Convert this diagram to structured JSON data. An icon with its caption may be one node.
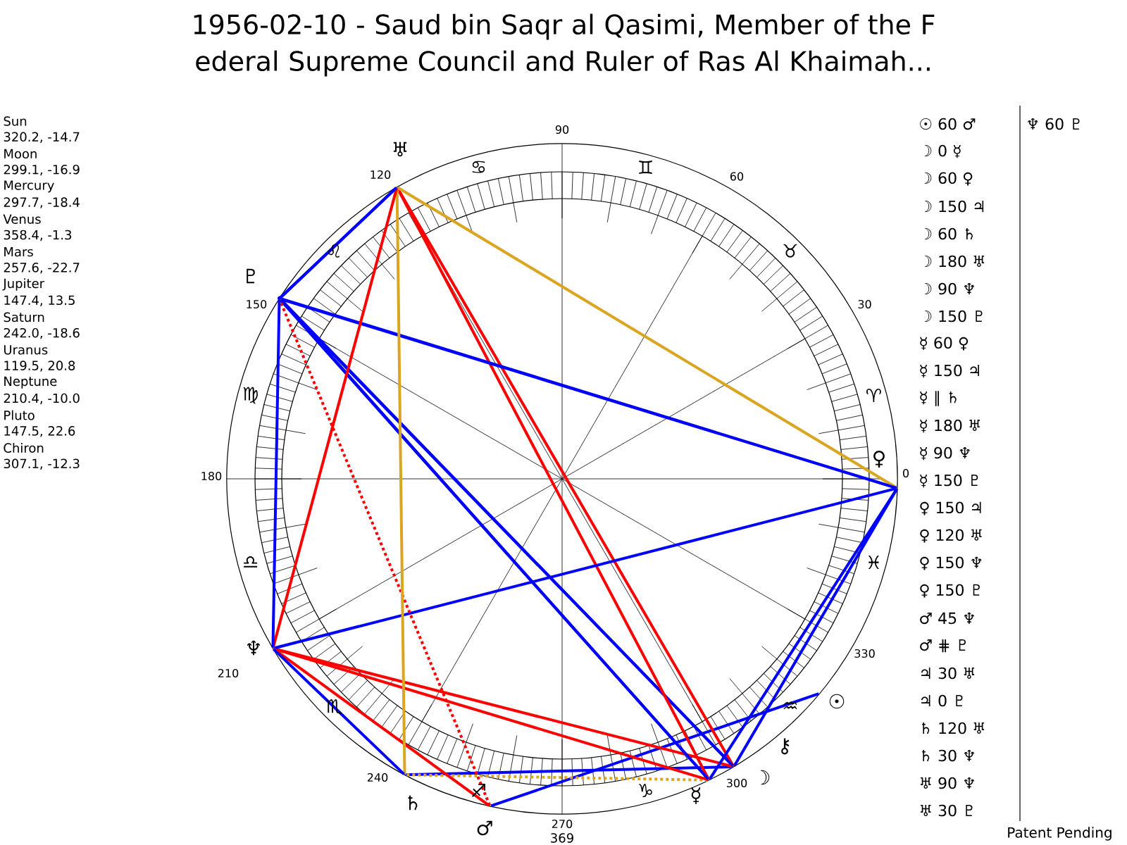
{
  "diagram": {
    "title": "1956-02-10 - Saud bin Saqr al Qasimi, Member of the F ederal Supreme Council and Ruler of Ras Al Khaimah...",
    "nodes": [
      {
        "text": [
          "☉"
        ]
      },
      {
        "text": [
          "☽"
        ]
      },
      {
        "text": [
          "☿"
        ]
      },
      {
        "text": [
          "♀"
        ]
      },
      {
        "text": [
          "♂"
        ]
      },
      {
        "text": [],
        "shape": "circle"
      },
      {
        "text": [
          "♄"
        ]
      },
      {
        "text": [
          "♅"
        ]
      },
      {
        "text": [
          "♆"
        ]
      },
      {
        "text": [
          "♇"
        ]
      },
      {
        "text": [
          "⚷"
        ]
      }
    ],
    "edges": [
      {
        "from": 0,
        "to": 4,
        "arrow": "none"
      },
      {
        "from": 1,
        "to": 3,
        "arrow": "none"
      },
      {
        "from": 1,
        "to": 5,
        "arrow": "none"
      },
      {
        "from": 1,
        "to": 6,
        "arrow": "none"
      },
      {
        "from": 1,
        "to": 7,
        "arrow": "none",
        "color": "#ff0000"
      },
      {
        "from": 1,
        "to": 8,
        "arrow": "none",
        "color": "#ff0000"
      },
      {
        "from": 1,
        "to": 9,
        "arrow": "none"
      },
      {
        "from": 2,
        "to": 3,
        "arrow": "none"
      },
      {
        "from": 2,
        "to": 5,
        "arrow": "none"
      },
      {
        "from": 2,
        "to": 6,
        "arrow": "none",
        "style": "dashed",
        "color": "#daa520"
      },
      {
        "from": 2,
        "to": 7,
        "arrow": "none",
        "color": "#ff0000"
      },
      {
        "from": 2,
        "to": 8,
        "arrow": "none",
        "color": "#ff0000"
      },
      {
        "from": 2,
        "to": 9,
        "arrow": "none"
      },
      {
        "from": 3,
        "to": 5,
        "arrow": "none"
      },
      {
        "from": 3,
        "to": 7,
        "arrow": "none",
        "color": "#daa520"
      },
      {
        "from": 3,
        "to": 8,
        "arrow": "none"
      },
      {
        "from": 3,
        "to": 9,
        "arrow": "none"
      },
      {
        "from": 4,
        "to": 8,
        "arrow": "none",
        "color": "#ff0000"
      },
      {
        "from": 4,
        "to": 9,
        "arrow": "none",
        "style": "dashed",
        "color": "#ff0000"
      },
      {
        "from": 5,
        "to": 7,
        "arrow": "none"
      },
      {
        "from": 6,
        "to": 7,
        "arrow": "none",
        "color": "#daa520"
      },
      {
        "from": 6,
        "to": 8,
        "arrow": "none"
      },
      {
        "from": 7,
        "to": 8,
        "arrow": "none",
        "color": "#ff0000"
      },
      {
        "from": 7,
        "to": 9,
        "arrow": "none"
      },
      {
        "from": 8,
        "to": 9,
        "arrow": "none"
      }
    ],
    "labels": [
      "Sun",
      "320.2, -14.7",
      "Moon",
      "299.1, -16.9",
      "Mercury",
      "297.7, -18.4",
      "Venus",
      "358.4, -1.3",
      "Mars",
      "257.6, -22.7",
      "Jupiter",
      "147.4, 13.5",
      "Saturn",
      "242.0, -18.6",
      "Uranus",
      "119.5, 20.8",
      "Neptune",
      "210.4, -10.0",
      "Pluto",
      "147.5, 22.6",
      "Chiron",
      "307.1, -12.3",
      "90",
      "60",
      "30",
      "0",
      "330",
      "300",
      "270",
      "240",
      "210",
      "180",
      "150",
      "120",
      "♈",
      "♉",
      "♊",
      "♋",
      "♌",
      "♍",
      "♎",
      "♏",
      "♐",
      "♑",
      "♒",
      "♓",
      "☉ 60 ♂",
      "☽ 0 ☿",
      "☽ 60 ♀",
      "☽ 150 ♃",
      "☽ 60 ♄",
      "☽ 180 ♅",
      "☽ 90 ♆",
      "☽ 150 ♇",
      "☿ 60 ♀",
      "☿ 150 ♃",
      "☿ ∥ ♄",
      "☿ 180 ♅",
      "☿ 90 ♆",
      "☿ 150 ♇",
      "♀ 150 ♃",
      "♀ 120 ♅",
      "♀ 150 ♆",
      "♀ 150 ♇",
      "♂ 45 ♆",
      "♂ ⋕ ♇",
      "♃ 30 ♅",
      "♃ 0 ♇",
      "♄ 120 ♅",
      "♄ 30 ♆",
      "♅ 90 ♆",
      "♅ 30 ♇",
      "♆ 60 ♇",
      "369",
      "Patent Pending"
    ]
  }
}
